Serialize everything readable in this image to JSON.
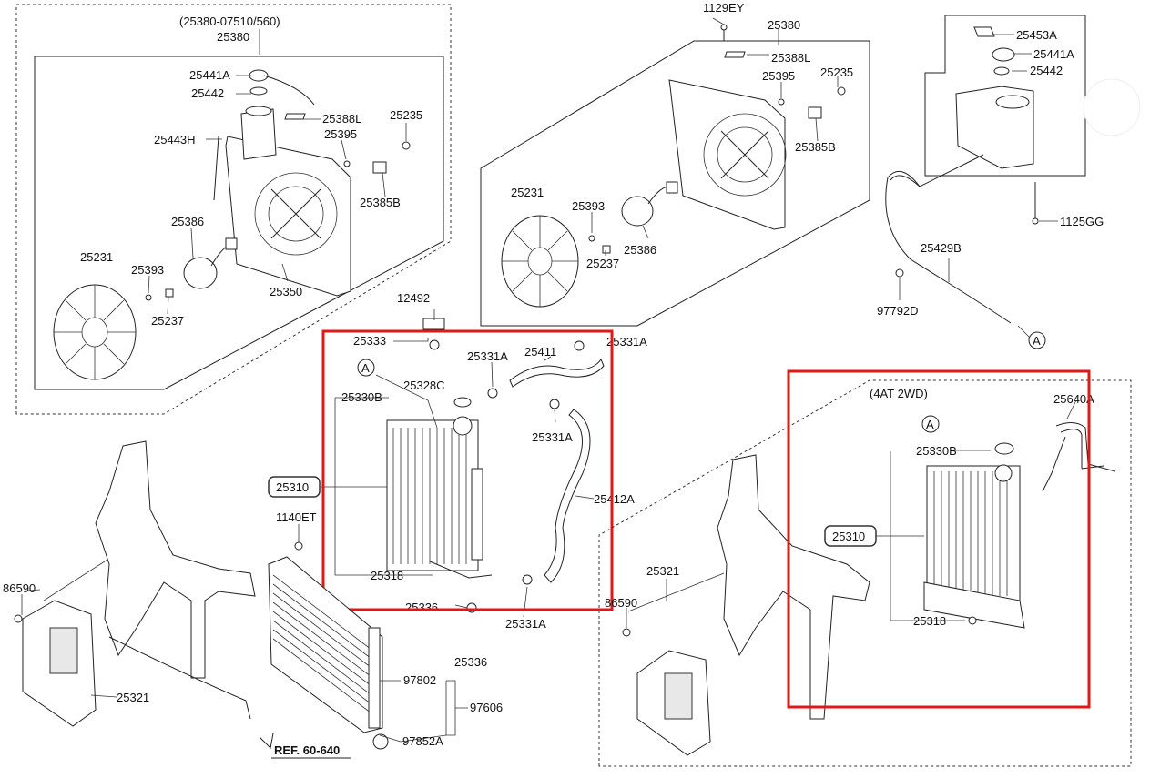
{
  "labels": {
    "title_top_left": "(25380-07510/560)",
    "p25380": "25380",
    "p25441A": "25441A",
    "p25442": "25442",
    "p25443H": "25443H",
    "p25388L": "25388L",
    "p25395": "25395",
    "p25235": "25235",
    "p25385B": "25385B",
    "p25386": "25386",
    "p25231": "25231",
    "p25393": "25393",
    "p25237": "25237",
    "p25350": "25350",
    "p1129EY": "1129EY",
    "p25453A": "25453A",
    "p1125GG": "1125GG",
    "p25429B": "25429B",
    "p97792D": "97792D",
    "circleA": "A",
    "p12492": "12492",
    "p25333": "25333",
    "p25331A": "25331A",
    "p25411": "25411",
    "p25328C": "25328C",
    "p25330B": "25330B",
    "p25310": "25310",
    "p25412A": "25412A",
    "p25318": "25318",
    "p25336": "25336",
    "p1140ET": "1140ET",
    "p86590": "86590",
    "p25321": "25321",
    "p97802": "97802",
    "p97606": "97606",
    "p97852A": "97852A",
    "ref": "REF. 60-640",
    "variant": "(4AT 2WD)",
    "p25640A": "25640A"
  },
  "colors": {
    "highlight": "#e01818",
    "line": "#222222",
    "background": "#ffffff"
  }
}
